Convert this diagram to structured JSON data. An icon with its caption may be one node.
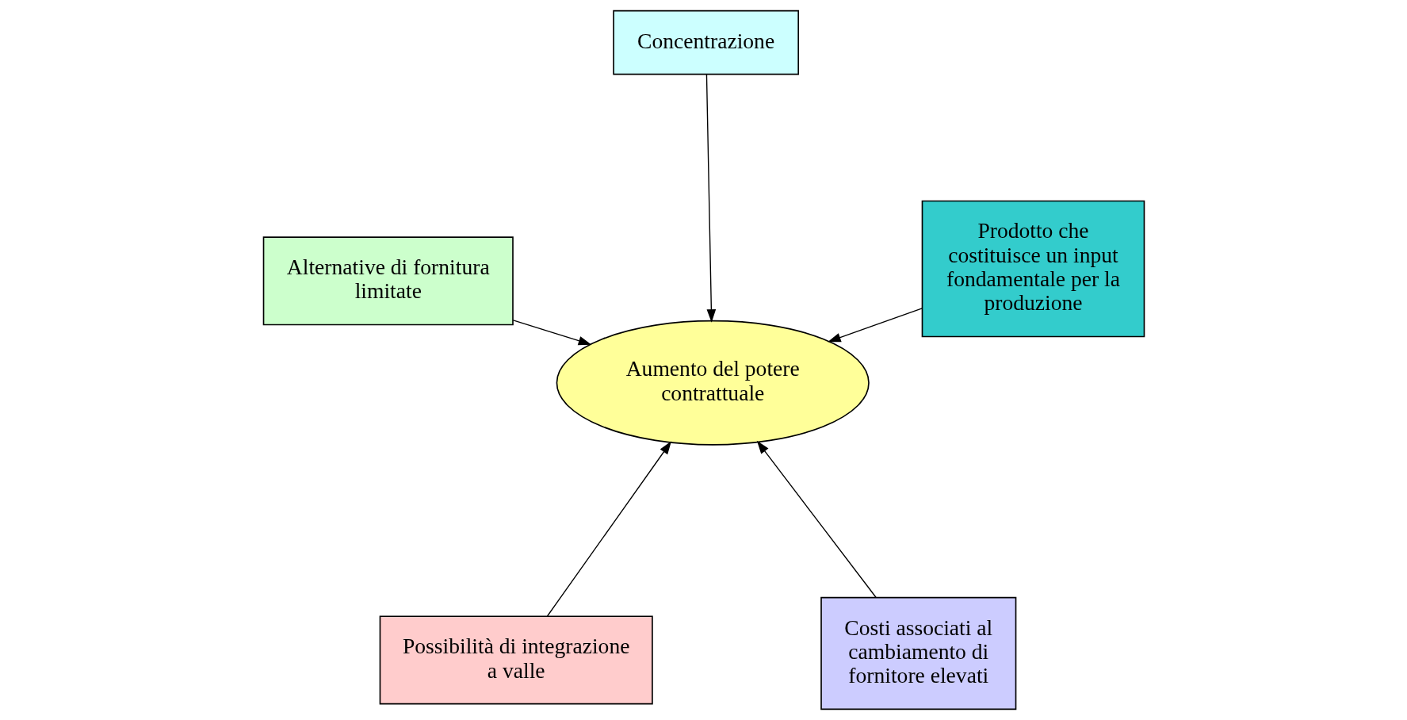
{
  "diagram": {
    "nodes": [
      {
        "text": [
          "Possibilità di integrazione a valle"
        ]
      },
      {
        "text": [
          "Costi associati al cambiamento di fornitore elevati"
        ]
      },
      {
        "text": [
          "Aumento del potere contrattuale"
        ]
      },
      {
        "text": [
          "Concentrazione"
        ]
      },
      {
        "text": [
          "Prodotto che costituisce un input fondamentale per la produzione"
        ]
      },
      {
        "text": [
          "Alternative di fornitura limitate"
        ]
      }
    ],
    "edges": [
      {
        "from": 0,
        "to": 2,
        "arrow": "to"
      },
      {
        "from": 1,
        "to": 2,
        "arrow": "to"
      },
      {
        "from": 3,
        "to": 2,
        "arrow": "to"
      },
      {
        "from": 4,
        "to": 2,
        "arrow": "to"
      },
      {
        "from": 5,
        "to": 2,
        "arrow": "to"
      }
    ]
  }
}
